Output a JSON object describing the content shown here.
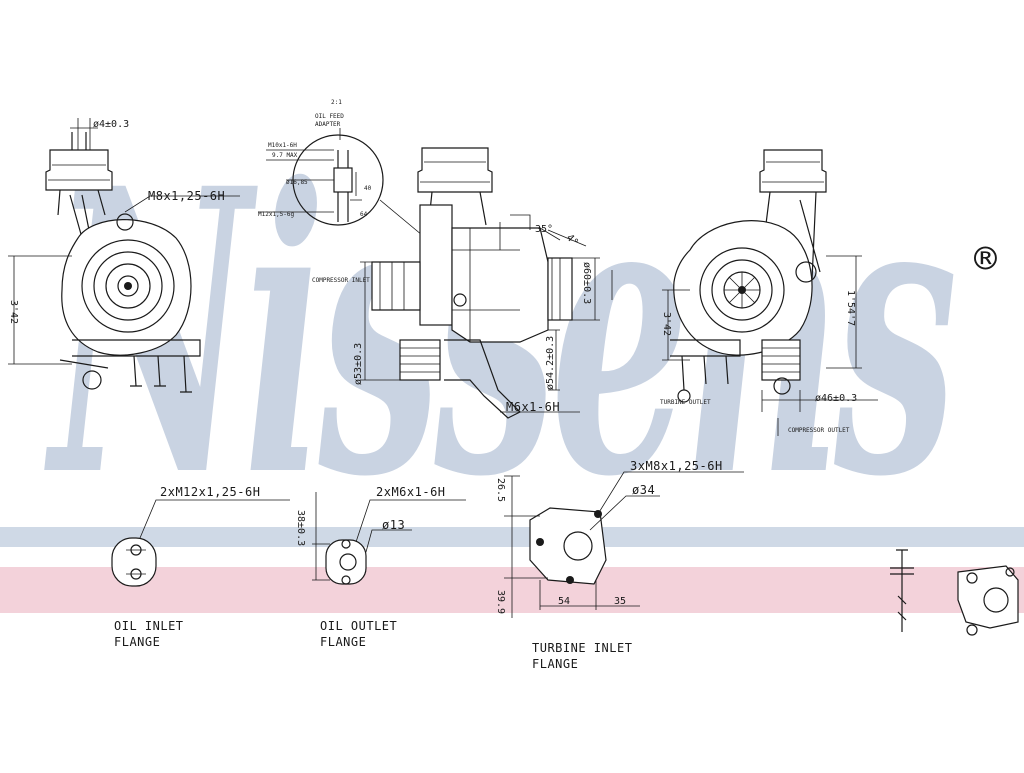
{
  "brand": {
    "watermark": "Nissens",
    "registered": "®",
    "watermark_color": "#c9d3e2",
    "stripe_blue": "#cfd9e6",
    "stripe_pink": "#f3d2da"
  },
  "views": {
    "left": {
      "d_pin": "ø4±0.3",
      "thread": "M8x1,25-6H",
      "height": "3'42"
    },
    "center": {
      "adapter": [
        "2:1",
        "OIL FEED",
        "ADAPTER"
      ],
      "thread_m10": "M10x1-6H",
      "len_max": "9.7 MAX",
      "d_16": "ø16,85",
      "thread_m12": "M12x1,5-6g",
      "dim_40": "40",
      "dim_64": "64",
      "angle_35": "35°",
      "angle_4": "4°",
      "compressor_inlet": "COMPRESSOR INLET",
      "d_53": "ø53±0.3",
      "d_60": "ø60±0.3",
      "d_54": "ø54.2±0.3",
      "thread_m6": "M6x1-6H"
    },
    "right": {
      "height_left": "3'42",
      "height_right": "1'54'7",
      "d_46": "ø46±0.3",
      "compressor_outlet": "COMPRESSOR OUTLET",
      "turbine_outlet": "TURBINE OUTLET"
    }
  },
  "flanges": {
    "oil_inlet": {
      "thread": "2xM12x1,25-6H",
      "label": [
        "OIL INLET",
        "FLANGE"
      ]
    },
    "oil_outlet": {
      "thread": "2xM6x1-6H",
      "d": "ø13",
      "dim": "38±0.3",
      "label": [
        "OIL OUTLET",
        "FLANGE"
      ]
    },
    "turbine_inlet": {
      "thread": "3xM8x1,25-6H",
      "d": "ø34",
      "dim_top": "26.5",
      "dim_side": "39.9",
      "dim_54": "54",
      "dim_35": "35",
      "label": [
        "TURBINE INLET",
        "FLANGE"
      ]
    }
  }
}
